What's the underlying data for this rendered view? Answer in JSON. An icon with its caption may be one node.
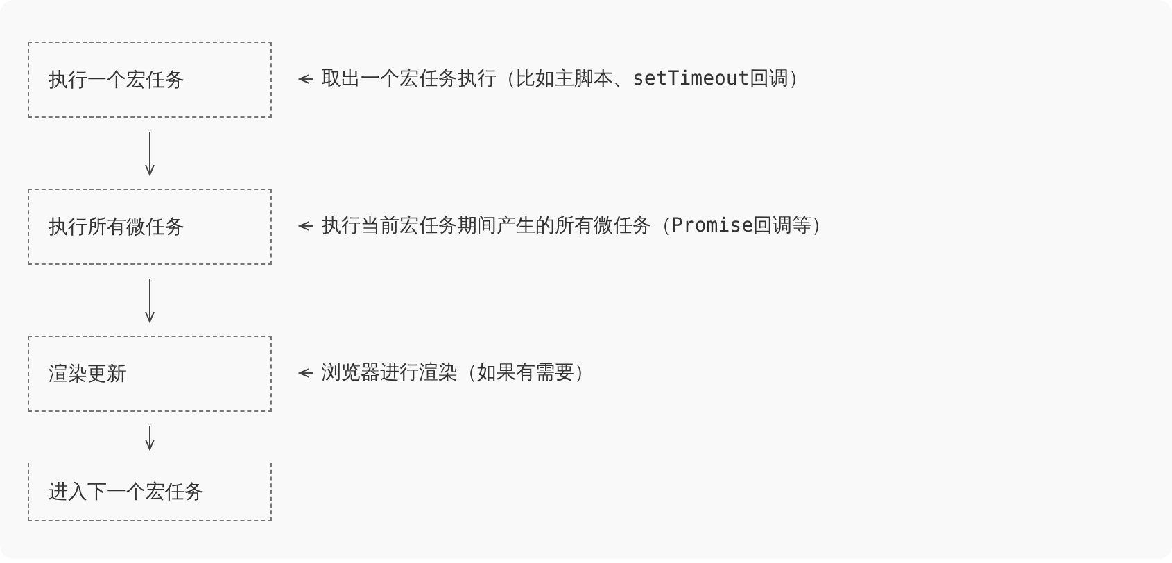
{
  "diagram": {
    "nodes": [
      {
        "text": [
          "执行一个宏任务"
        ]
      },
      {
        "text": [
          "执行所有微任务"
        ]
      },
      {
        "text": [
          "渲染更新"
        ]
      },
      {
        "text": [
          "进入下一个宏任务"
        ]
      },
      {
        "text": [
          "取出一个宏任务执行（比如主脚本、setTimeout回调）"
        ]
      },
      {
        "text": [
          "执行当前宏任务期间产生的所有微任务（Promise回调等）"
        ]
      },
      {
        "text": [
          "浏览器进行渲染（如果有需要）"
        ]
      }
    ],
    "edges": [
      {
        "from": 0,
        "to": 1,
        "arrow": "to"
      },
      {
        "from": 1,
        "to": 2,
        "arrow": "to"
      },
      {
        "from": 2,
        "to": 3,
        "arrow": "to"
      },
      {
        "from": 4,
        "to": 0,
        "arrow": "to"
      },
      {
        "from": 5,
        "to": 1,
        "arrow": "to"
      },
      {
        "from": 6,
        "to": 2,
        "arrow": "to"
      }
    ]
  }
}
